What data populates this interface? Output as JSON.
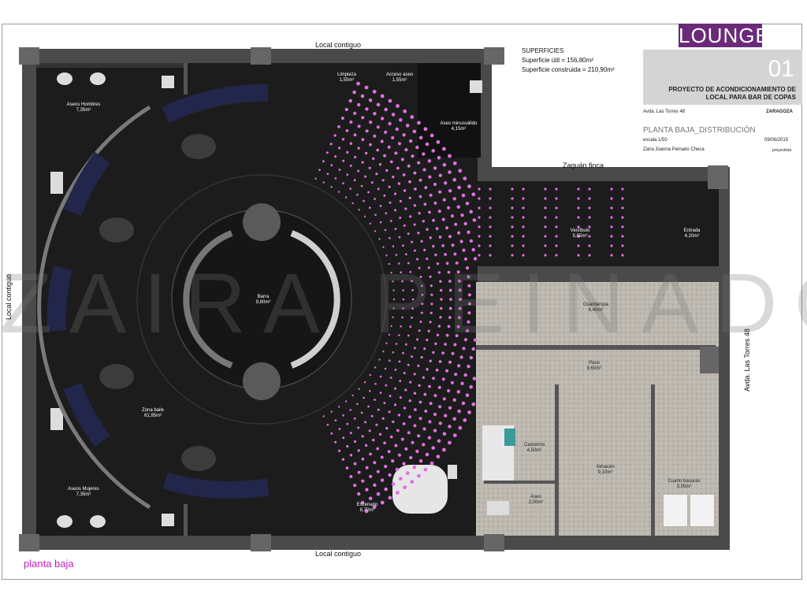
{
  "titleblock": {
    "logo": "LOUNGE",
    "sheet_number": "01",
    "project_title_line1": "PROYECTO DE ACONDICIONAMIENTO DE",
    "project_title_line2": "LOCAL PARA BAR DE COPAS",
    "address": "Avda. Las Torres 48",
    "city": "ZARAGOZA",
    "sheet_name": "PLANTA BAJA_DISTRIBUCIÓN",
    "scale": "escala 1/50",
    "date": "09/06/2015",
    "author": "Zaira Joanna Peinado Checa",
    "firm": "proyectista"
  },
  "surfaces": {
    "heading": "SUPERFICIES",
    "useful": "Superficie útil = 156,80m²",
    "built": "Superficie construida = 210,90m²"
  },
  "surroundings": {
    "top": "Local contiguo",
    "bottom": "Local contiguo",
    "left": "Local contiguo",
    "right": "Avda. Las Torres 48",
    "passage": "Zaguán finca"
  },
  "rooms": {
    "aseos_hombres": {
      "name": "Aseos Hombres",
      "area": "7,35m²"
    },
    "aseos_mujeres": {
      "name": "Aseos Mujeres",
      "area": "7,35m²"
    },
    "limpieza": {
      "name": "Limpieza",
      "area": "1,55m²"
    },
    "acceso_aseo": {
      "name": "Acceso aseo",
      "area": "1,55m²"
    },
    "aseo_minusvalido": {
      "name": "Aseo minusválido",
      "area": "4,15m²"
    },
    "barra": {
      "name": "Barra",
      "area": "9,80m²"
    },
    "zona_baile": {
      "name": "Zona baile",
      "area": "61,95m²"
    },
    "escenario": {
      "name": "Escenario",
      "area": "8,70m²"
    },
    "vestibulo": {
      "name": "Vestíbulo",
      "area": "5,55m²"
    },
    "entrada": {
      "name": "Entrada",
      "area": "4,20m²"
    },
    "guardarropa": {
      "name": "Guardaropa",
      "area": "8,40m²"
    },
    "paso": {
      "name": "Paso",
      "area": "8,60m²"
    },
    "camerino": {
      "name": "Camerino",
      "area": "4,50m²"
    },
    "aseo": {
      "name": "Aseo",
      "area": "2,00m²"
    },
    "almacen": {
      "name": "Almacén",
      "area": "9,10m²"
    },
    "cuarto_basuras": {
      "name": "Cuarto basuras",
      "area": "3,05m²"
    }
  },
  "watermark": "ZAIRA PEINADO",
  "plan_label": "planta baja",
  "colors": {
    "accent": "#6a2a7a",
    "dots": "#e070e0",
    "floor": "#1c1c1c",
    "tile": "#bdb8b0"
  }
}
